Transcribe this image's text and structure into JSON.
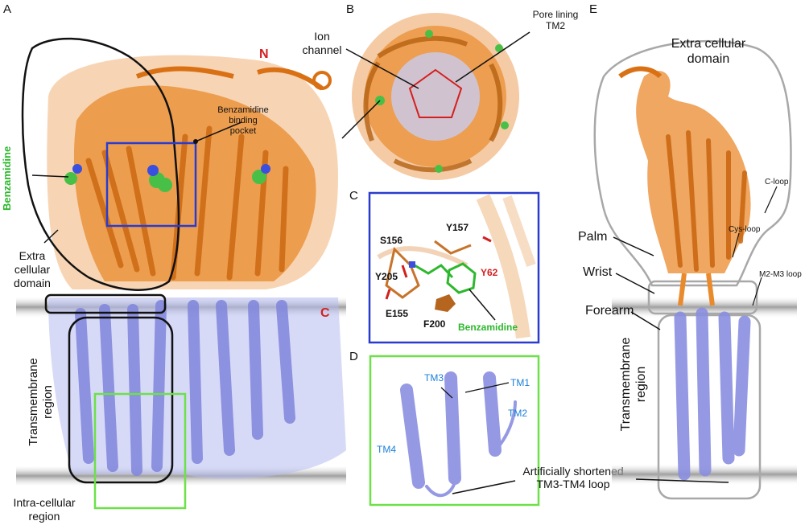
{
  "panels": {
    "A": "A",
    "B": "B",
    "C": "C",
    "D": "D",
    "E": "E"
  },
  "panel_a": {
    "n_term": "N",
    "c_term": "C",
    "ligand_side": "Benzamidine",
    "pocket": "Benzamidine binding pocket",
    "pocket_lines": [
      "Benzamidine",
      "binding",
      "pocket"
    ],
    "ecd_lines": [
      "Extra",
      "cellular",
      "domain"
    ],
    "tm_lines": [
      "Transmembrane",
      "region"
    ],
    "ic_lines": [
      "Intra-cellular",
      "region"
    ]
  },
  "panel_b": {
    "ion_lines": [
      "Ion",
      "channel"
    ],
    "pore_lines": [
      "Pore lining",
      "TM2"
    ]
  },
  "panel_c": {
    "residues": [
      "S156",
      "Y157",
      "Y205",
      "Y62",
      "E155",
      "F200"
    ],
    "ligand": "Benzamidine"
  },
  "panel_d": {
    "helices": [
      "TM3",
      "TM1",
      "TM2",
      "TM4"
    ],
    "loop_lines": [
      "Artificially shortened",
      "TM3-TM4 loop"
    ]
  },
  "panel_e": {
    "ecd_lines": [
      "Extra cellular",
      "domain"
    ],
    "c_loop": "C-loop",
    "cys_loop": "Cys-loop",
    "m2m3": "M2-M3 loop",
    "palm": "Palm",
    "wrist": "Wrist",
    "forearm": "Forearm",
    "tm_lines": [
      "Transmembrane",
      "region"
    ]
  },
  "colors": {
    "ecd_orange": "#e98a2c",
    "tm_blue": "#8a8fe0",
    "ligand_green": "#2db82d",
    "pocket_box": "#2a3ccf",
    "tm_box": "#6ee04a",
    "residue_red": "#d41f1f",
    "label_blue": "#1a7fd9",
    "membrane": "#9a9a9a"
  }
}
